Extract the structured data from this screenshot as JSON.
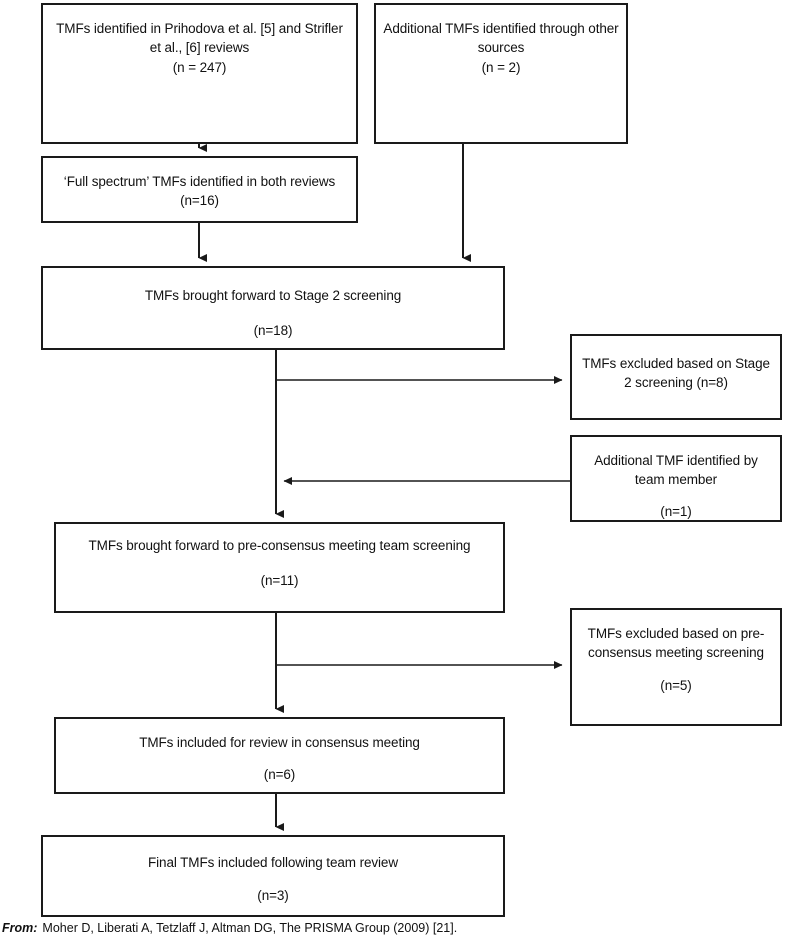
{
  "diagram": {
    "type": "prisma-flow-diagram",
    "title": "TMF identification and screening flow",
    "line_color": "#1a1a1a",
    "box_fill": "#ffffff",
    "text_color": "#111111",
    "boxes": [
      {
        "id": "sources-reviews",
        "text": "TMFs identified in Prihodova et al. [5] and Strifler et al., [6] reviews",
        "count": "(n = 247)"
      },
      {
        "id": "sources-other",
        "text": "Additional TMFs identified through other sources",
        "count": "(n = 2)"
      },
      {
        "id": "full-spectrum",
        "text": "‘Full spectrum’ TMFs identified in both reviews (n=16)",
        "count": ""
      },
      {
        "id": "stage2-forward",
        "text": "TMFs brought forward to Stage 2 screening",
        "count": "(n=18)"
      },
      {
        "id": "stage2-excluded",
        "text": "TMFs excluded based on Stage 2 screening (n=8)",
        "count": ""
      },
      {
        "id": "additional-tmf",
        "text": "Additional TMF identified by team member",
        "count": "(n=1)"
      },
      {
        "id": "preconsensus-forward",
        "text": "TMFs brought forward to pre-consensus meeting team screening",
        "count": "(n=11)"
      },
      {
        "id": "preconsensus-excluded",
        "text": "TMFs excluded based on pre-consensus meeting screening",
        "count": "(n=5)"
      },
      {
        "id": "consensus-included",
        "text": "TMFs included for review in consensus meeting",
        "count": "(n=6)"
      },
      {
        "id": "final-tmfs",
        "text": "Final TMFs included following team review",
        "count": "(n=3)"
      }
    ],
    "connectors": [
      {
        "id": "reviews-to-full-spectrum",
        "direction": "down"
      },
      {
        "id": "other-to-stage2",
        "direction": "down"
      },
      {
        "id": "full-spectrum-to-stage2",
        "direction": "down"
      },
      {
        "id": "stage2-to-excluded",
        "direction": "right"
      },
      {
        "id": "additional-tmf-to-trunk",
        "direction": "left"
      },
      {
        "id": "stage2-to-preconsensus",
        "direction": "down"
      },
      {
        "id": "preconsensus-to-excluded",
        "direction": "right"
      },
      {
        "id": "preconsensus-to-consensus",
        "direction": "down"
      },
      {
        "id": "consensus-to-final",
        "direction": "down"
      }
    ]
  },
  "caption": {
    "from_label": "From:",
    "reference": "Moher D, Liberati A, Tetzlaff J, Altman DG, The PRISMA Group (2009) [21]."
  }
}
